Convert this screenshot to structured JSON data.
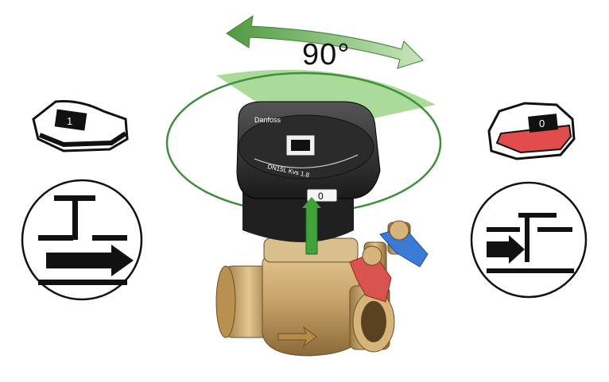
{
  "rotation": {
    "angle_label": "90°",
    "arrow_color": "#5aa84a",
    "sector_color": "#7ec36a"
  },
  "knob": {
    "label_top": "Danfoss",
    "ring_text": "DN15L  Kvs 1.8",
    "indicator_digit": "0",
    "handle_color": "#2b2b2b"
  },
  "left_state": {
    "meaning": "open",
    "tab_digit": "1",
    "tab_color": "#ffffff"
  },
  "right_state": {
    "meaning": "closed",
    "tab_digit": "0",
    "tab_color": "#e04b4b"
  },
  "valve": {
    "body_color": "#c9a36a",
    "test_plug_colors": [
      "#d9534f",
      "#3a7bd5"
    ]
  }
}
